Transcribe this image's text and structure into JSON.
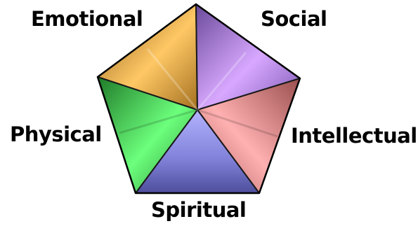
{
  "diagram": {
    "segments": [
      {
        "id": "emotional",
        "label": "Emotional",
        "color": "#D9A045"
      },
      {
        "id": "social",
        "label": "Social",
        "color": "#A97FD6"
      },
      {
        "id": "intellectual",
        "label": "Intellectual",
        "color": "#D98C8C"
      },
      {
        "id": "spiritual",
        "label": "Spiritual",
        "color": "#8686D6"
      },
      {
        "id": "physical",
        "label": "Physical",
        "color": "#4CC95A"
      }
    ]
  }
}
